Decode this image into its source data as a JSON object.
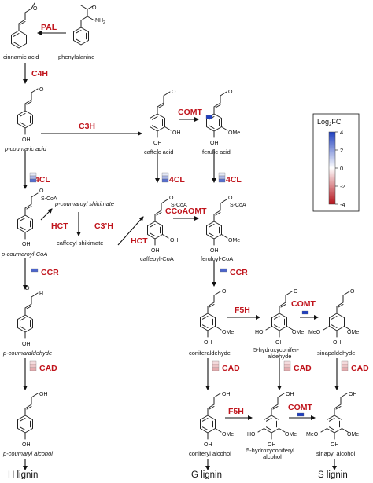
{
  "compounds": {
    "cinnamic_acid": "cinnamic acid",
    "phenylalanine": "phenylalanine",
    "p_coumaric_acid": "p-coumaric acid",
    "caffeic_acid": "caffeic acid",
    "ferulic_acid": "ferulic acid",
    "p_coumaroyl_shikimate": "p-coumaroyl shikimate",
    "caffeoyl_shikimate": "caffeoyl shikimate",
    "p_coumaroyl_coa": "p-coumaroyl-CoA",
    "caffeoyl_coa": "caffeoyl-CoA",
    "feruloyl_coa": "feruloyl-CoA",
    "p_coumaraldehyde": "p-coumaraldehyde",
    "coniferaldehyde": "coniferaldehyde",
    "hydroxyconiferaldehyde_1": "5-hydroxyconifer-",
    "hydroxyconiferaldehyde_2": "aldehyde",
    "sinapaldehyde": "sinapaldehyde",
    "p_coumaryl_alcohol": "p-coumaryl alcohol",
    "coniferyl_alcohol": "coniferyl alcohol",
    "hydroxyconiferyl_1": "5-hydroxyconiferyl",
    "hydroxyconiferyl_2": "alcohol",
    "sinapyl_alcohol": "sinapyl alcohol"
  },
  "products": {
    "h_lignin": "H lignin",
    "g_lignin": "G lignin",
    "s_lignin": "S lignin"
  },
  "enzymes": {
    "pal": "PAL",
    "c4h": "C4H",
    "c3h": "C3H",
    "comt": "COMT",
    "fourcl": "4CL",
    "hct": "HCT",
    "c3h_prime": "C3’H",
    "ccoaomt": "CCoAOMT",
    "ccr": "CCR",
    "f5h": "F5H",
    "cad": "CAD"
  },
  "legend": {
    "title_main": "Log",
    "title_sub": "2",
    "title_end": "FC",
    "ticks": [
      "4",
      "2",
      "0",
      "-2",
      "-4"
    ],
    "range": [
      -4,
      4
    ]
  },
  "expression": {
    "comt": [
      4.0
    ],
    "fourcl_1": [
      0.5,
      1.5,
      3.0
    ],
    "fourcl_2": [
      0.5,
      1.5,
      3.0
    ],
    "fourcl_3": [
      0.5,
      1.5,
      3.0
    ],
    "ccr": [
      3.2
    ],
    "cad": [
      -0.6,
      -1.0,
      -1.4
    ]
  },
  "colors": {
    "high": "#1f3fbf",
    "mid": "#ffffff",
    "low": "#b5121b"
  }
}
